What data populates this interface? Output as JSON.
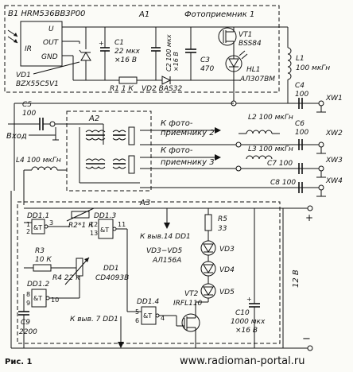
{
  "top": {
    "b1_label": "B1 HRM536BB3P00",
    "a1_label": "A1",
    "photoreceiver_1": "Фотоприемник 1",
    "pin_u": "U",
    "pin_out": "OUT",
    "pin_gnd": "GND",
    "ir": "IR",
    "vd1_name": "VD1",
    "vd1_type": "BZX55C5V1",
    "c1": [
      "C1",
      "22 мкх",
      "×16 В"
    ],
    "c2": [
      "C2 100 мкх",
      "×16 В"
    ],
    "c3": [
      "C3",
      "470"
    ],
    "r1": "R1 1 К",
    "vd2": "VD2  BAS32",
    "vt1": [
      "VT1",
      "BSS84"
    ],
    "hl1": [
      "HL1",
      "АЛ307ВМ"
    ],
    "l1": [
      "L1",
      "100 мкГн"
    ],
    "c4": [
      "C4",
      "100"
    ],
    "xw1": "XW1"
  },
  "mid": {
    "c5": [
      "C5",
      "100"
    ],
    "input": "Вход",
    "a2": "A2",
    "to_pr2": [
      "К фото-",
      "приемнику 2"
    ],
    "to_pr3": [
      "К фото-",
      "приемнику 3"
    ],
    "l2": "L2 100 мкГн",
    "l3": "L3 100 мкГн",
    "l4": "L4 100 мкГн",
    "c6": [
      "C6",
      "100"
    ],
    "c7": "C7 100",
    "c8": "C8 100",
    "xw2": "XW2",
    "xw3": "XW3",
    "xw4": "XW4"
  },
  "bot": {
    "a3": "A3",
    "plus": "+",
    "minus": "−",
    "volt": "12 В",
    "dd11": "DD1.1",
    "dd12": "DD1.2",
    "dd13": "DD1.3",
    "dd14": "DD1.4",
    "gate": "&T",
    "r2": "R2*1 К",
    "r3": [
      "R3",
      "10 К"
    ],
    "r4": "R4  22 к",
    "r5": [
      "R5",
      "33"
    ],
    "c9": [
      "C9",
      "2200"
    ],
    "c10": [
      "C10",
      "1000 мкх",
      "×16 В"
    ],
    "dd1": [
      "DD1",
      "CD4093B"
    ],
    "pin14": "К выв.14 DD1",
    "pin7": "К выв. 7 DD1",
    "vd3_vd5": [
      "VD3−VD5",
      "АЛ156А"
    ],
    "vd3": "VD3",
    "vd4": "VD4",
    "vd5": "VD5",
    "vt2": [
      "VT2",
      "IRFL110"
    ],
    "pins": [
      "1",
      "2",
      "3",
      "12",
      "13",
      "11",
      "8",
      "9",
      "10",
      "5",
      "6",
      "4"
    ]
  },
  "footer": {
    "fig": "Рис. 1",
    "url": "www.radioman-portal.ru"
  }
}
